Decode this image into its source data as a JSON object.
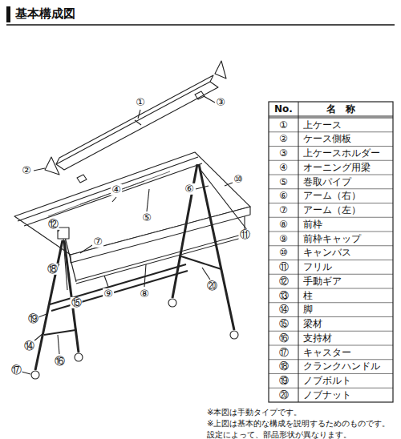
{
  "diagram": {
    "title": "基本構成図",
    "labels": [
      "①",
      "②",
      "③",
      "④",
      "⑤",
      "⑥",
      "⑩",
      "⑪",
      "⑦",
      "⑫",
      "⑱",
      "⑨",
      "⑧",
      "⑮",
      "⑳",
      "⑲",
      "⑭",
      "⑯",
      "⑰",
      "No.",
      "名称",
      "①",
      "上ケース",
      "②",
      "ケース側板",
      "③",
      "上ケースホルダー",
      "④",
      "オーニング用梁",
      "⑤",
      "巻取パイプ",
      "⑥",
      "アーム（右）",
      "⑦",
      "アーム（左）",
      "⑧",
      "前枠",
      "⑨",
      "前枠キャップ",
      "⑩",
      "キャンバス",
      "⑪",
      "フリル",
      "⑫",
      "手動ギア",
      "⑬",
      "柱",
      "⑭",
      "脚",
      "⑮",
      "梁材",
      "⑯",
      "支持材",
      "⑰",
      "キャスター",
      "⑱",
      "クランクハンドル",
      "⑲",
      "ノブボルト",
      "⑳",
      "ノブナット",
      "※本図は手動タイプです。",
      "※上図は基本的な構成を説明するためのものです。 設定によって、部品形状が異なります。"
    ]
  }
}
